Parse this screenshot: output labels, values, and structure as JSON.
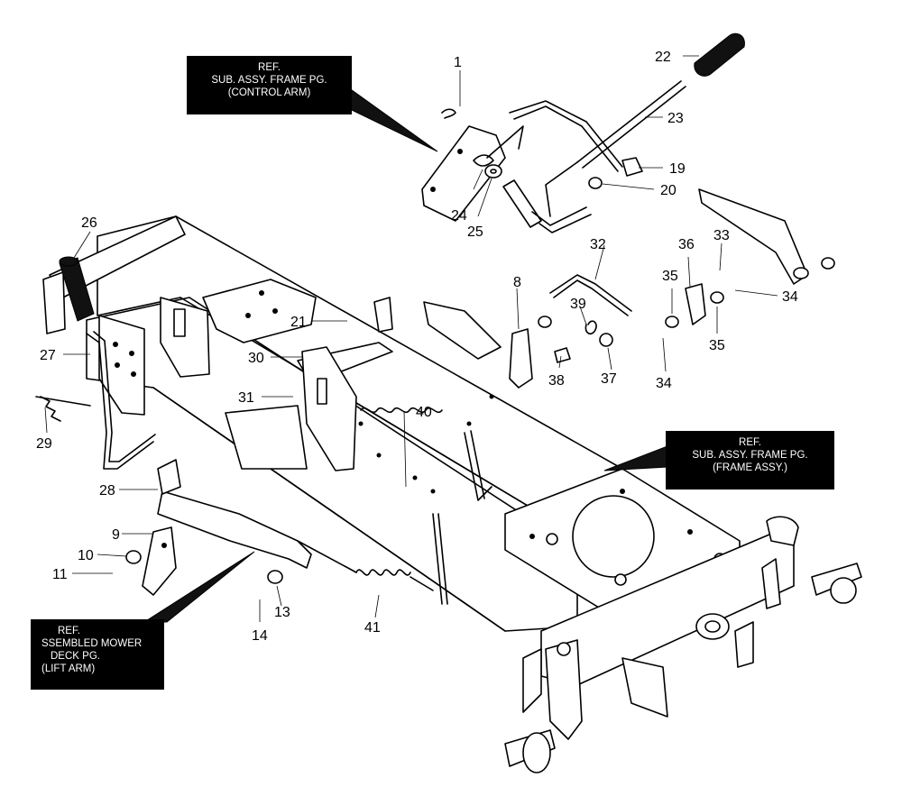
{
  "reference_boxes": {
    "control_arm": [
      "REF.",
      "SUB. ASSY. FRAME PG.",
      "(CONTROL ARM)"
    ],
    "frame_assy": [
      "REF.",
      "SUB. ASSY. FRAME PG.",
      "(FRAME ASSY.)"
    ],
    "lift_arm": [
      "REF.",
      "SSEMBLED MOWER",
      "DECK PG.",
      "(LIFT ARM)"
    ]
  },
  "callouts": [
    "1",
    "8",
    "9",
    "10",
    "11",
    "13",
    "14",
    "19",
    "20",
    "21",
    "22",
    "23",
    "24",
    "25",
    "26",
    "27",
    "28",
    "29",
    "30",
    "31",
    "32",
    "33",
    "34",
    "34",
    "35",
    "35",
    "36",
    "37",
    "38",
    "39",
    "40",
    "41"
  ]
}
